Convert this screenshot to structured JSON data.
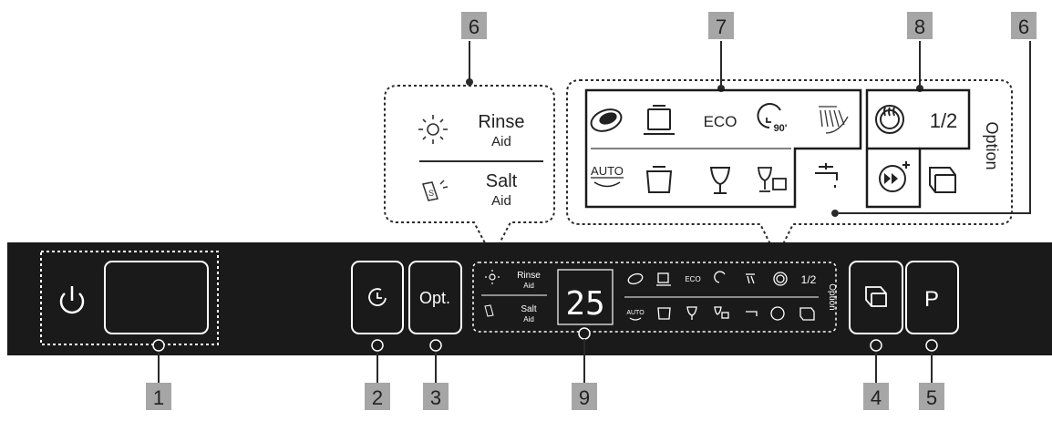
{
  "callouts": {
    "n1": "1",
    "n2": "2",
    "n3": "3",
    "n4": "4",
    "n5": "5",
    "n6_left": "6",
    "n6_right": "6",
    "n7": "7",
    "n8": "8",
    "n9": "9"
  },
  "indicators": {
    "rinse": "Rinse",
    "rinse_sub": "Aid",
    "salt": "Salt",
    "salt_sub": "Aid"
  },
  "programs": {
    "eco": "ECO",
    "clock_90": "90'",
    "auto": "AUTO",
    "half": "1/2",
    "option": "Option"
  },
  "panel": {
    "display_value": "25",
    "opt_label": "Opt.",
    "p_label": "P",
    "rinse": "Rinse",
    "rinse_sub": "Aid",
    "salt": "Salt",
    "salt_sub": "Aid",
    "eco": "ECO",
    "half": "1/2",
    "option": "Option",
    "auto": "AUTO"
  },
  "colors": {
    "panel": "#1a1a1a",
    "callout_box": "#a6a6a6",
    "line": "#2a2a2a",
    "panel_line": "#d0d0d0"
  }
}
